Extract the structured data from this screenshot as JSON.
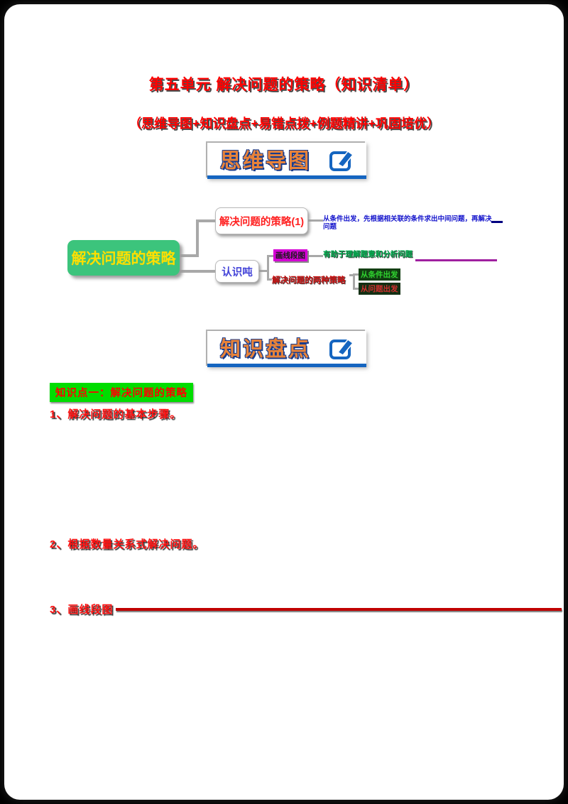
{
  "titles": {
    "line1": "第五单元 解决问题的策略（知识清单）",
    "line2": "（思维导图+知识盘点+易错点拨+例题精讲+巩固培优）"
  },
  "banners": {
    "mindmap_label": "思维导图",
    "knowledge_label": "知识盘点",
    "edit_icon": "pencil-square-icon"
  },
  "mindmap": {
    "root_label": "解决问题的策略",
    "node1_label": "解决问题的策略(1)",
    "node1_note": "从条件出发，先根据相关联的条件求出中间问题，再解决问题",
    "node2_label": "认识吨",
    "branch1_label": "画线段图",
    "branch1_note": "有助于理解题意和分析问题",
    "branch2_label": "解决问题的两种策略",
    "branch2_item1": "从条件出发",
    "branch2_item2": "从问题出发"
  },
  "knowledge": {
    "heading": "知识点一：解决问题的策略",
    "item1": "1、解决问题的基本步骤。",
    "item2": "2、根据数量关系式解决问题。",
    "item3": "3、画线段图"
  },
  "colors": {
    "accent_blue": "#1565c0",
    "banner_orange": "#e8833a",
    "title_red": "#ff0000",
    "root_green": "#3cc47c",
    "root_text_yellow": "#ffdf00",
    "magenta_highlight": "#d400d4",
    "note_green": "#00b050",
    "note_blue": "#1313cc",
    "divider_red": "#c00000"
  }
}
